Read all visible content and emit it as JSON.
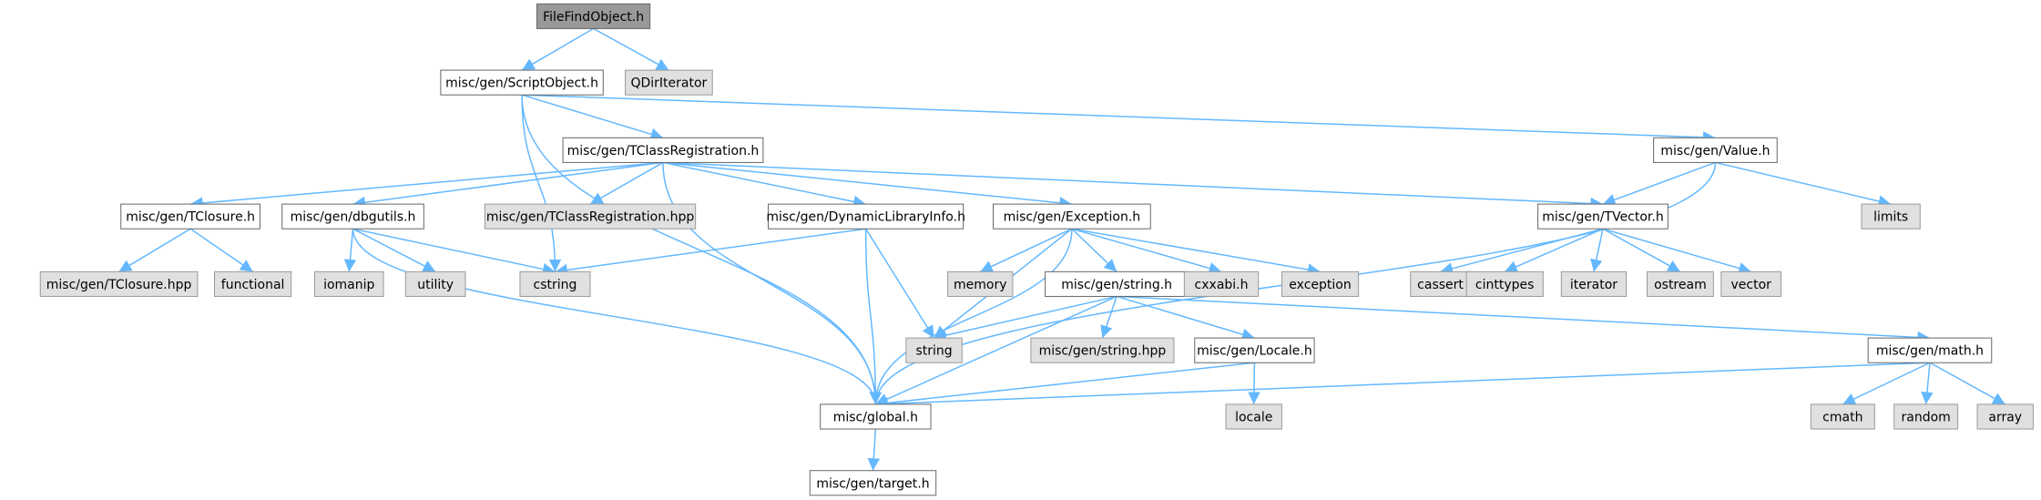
{
  "nodes": [
    {
      "id": "root",
      "label": "FileFindObject.h",
      "kind": "root"
    },
    {
      "id": "scriptobject",
      "label": "misc/gen/ScriptObject.h",
      "kind": "internal"
    },
    {
      "id": "qdiriterator",
      "label": "QDirIterator",
      "kind": "external"
    },
    {
      "id": "tclassreg",
      "label": "misc/gen/TClassRegistration.h",
      "kind": "internal"
    },
    {
      "id": "value",
      "label": "misc/gen/Value.h",
      "kind": "internal"
    },
    {
      "id": "tclosure",
      "label": "misc/gen/TClosure.h",
      "kind": "internal"
    },
    {
      "id": "dbgutils",
      "label": "misc/gen/dbgutils.h",
      "kind": "internal"
    },
    {
      "id": "tclassreghpp",
      "label": "misc/gen/TClassRegistration.hpp",
      "kind": "external"
    },
    {
      "id": "dyninfo",
      "label": "misc/gen/DynamicLibraryInfo.h",
      "kind": "internal"
    },
    {
      "id": "exception_h",
      "label": "misc/gen/Exception.h",
      "kind": "internal"
    },
    {
      "id": "tvector",
      "label": "misc/gen/TVector.h",
      "kind": "internal"
    },
    {
      "id": "limits",
      "label": "limits",
      "kind": "external"
    },
    {
      "id": "tclosurehpp",
      "label": "misc/gen/TClosure.hpp",
      "kind": "external"
    },
    {
      "id": "functional",
      "label": "functional",
      "kind": "external"
    },
    {
      "id": "iomanip",
      "label": "iomanip",
      "kind": "external"
    },
    {
      "id": "utility",
      "label": "utility",
      "kind": "external"
    },
    {
      "id": "cstring",
      "label": "cstring",
      "kind": "external"
    },
    {
      "id": "memory",
      "label": "memory",
      "kind": "external"
    },
    {
      "id": "string_h",
      "label": "misc/gen/string.h",
      "kind": "internal"
    },
    {
      "id": "cxxabi",
      "label": "cxxabi.h",
      "kind": "external"
    },
    {
      "id": "exception",
      "label": "exception",
      "kind": "external"
    },
    {
      "id": "cassert",
      "label": "cassert",
      "kind": "external"
    },
    {
      "id": "cinttypes",
      "label": "cinttypes",
      "kind": "external"
    },
    {
      "id": "iterator",
      "label": "iterator",
      "kind": "external"
    },
    {
      "id": "ostream",
      "label": "ostream",
      "kind": "external"
    },
    {
      "id": "vector",
      "label": "vector",
      "kind": "external"
    },
    {
      "id": "string",
      "label": "string",
      "kind": "external"
    },
    {
      "id": "stringhpp",
      "label": "misc/gen/string.hpp",
      "kind": "external"
    },
    {
      "id": "locale_h",
      "label": "misc/gen/Locale.h",
      "kind": "internal"
    },
    {
      "id": "math_h",
      "label": "misc/gen/math.h",
      "kind": "internal"
    },
    {
      "id": "global",
      "label": "misc/global.h",
      "kind": "internal"
    },
    {
      "id": "locale",
      "label": "locale",
      "kind": "external"
    },
    {
      "id": "cmath",
      "label": "cmath",
      "kind": "external"
    },
    {
      "id": "random",
      "label": "random",
      "kind": "external"
    },
    {
      "id": "array",
      "label": "array",
      "kind": "external"
    },
    {
      "id": "target",
      "label": "misc/gen/target.h",
      "kind": "internal"
    }
  ],
  "edges": [
    [
      "root",
      "scriptobject"
    ],
    [
      "root",
      "qdiriterator"
    ],
    [
      "scriptobject",
      "tclassreg"
    ],
    [
      "scriptobject",
      "value"
    ],
    [
      "scriptobject",
      "cstring"
    ],
    [
      "scriptobject",
      "global"
    ],
    [
      "tclassreg",
      "tclosure"
    ],
    [
      "tclassreg",
      "dbgutils"
    ],
    [
      "tclassreg",
      "tclassreghpp"
    ],
    [
      "tclassreg",
      "dyninfo"
    ],
    [
      "tclassreg",
      "exception_h"
    ],
    [
      "tclassreg",
      "tvector"
    ],
    [
      "tclassreg",
      "global"
    ],
    [
      "value",
      "tvector"
    ],
    [
      "value",
      "limits"
    ],
    [
      "value",
      "global"
    ],
    [
      "tclosure",
      "tclosurehpp"
    ],
    [
      "tclosure",
      "functional"
    ],
    [
      "dbgutils",
      "iomanip"
    ],
    [
      "dbgutils",
      "utility"
    ],
    [
      "dbgutils",
      "cstring"
    ],
    [
      "dbgutils",
      "global"
    ],
    [
      "dyninfo",
      "cstring"
    ],
    [
      "dyninfo",
      "string"
    ],
    [
      "dyninfo",
      "global"
    ],
    [
      "exception_h",
      "memory"
    ],
    [
      "exception_h",
      "string_h"
    ],
    [
      "exception_h",
      "cxxabi"
    ],
    [
      "exception_h",
      "exception"
    ],
    [
      "exception_h",
      "string"
    ],
    [
      "exception_h",
      "global"
    ],
    [
      "tvector",
      "cassert"
    ],
    [
      "tvector",
      "cinttypes"
    ],
    [
      "tvector",
      "iterator"
    ],
    [
      "tvector",
      "ostream"
    ],
    [
      "tvector",
      "vector"
    ],
    [
      "string_h",
      "string"
    ],
    [
      "string_h",
      "stringhpp"
    ],
    [
      "string_h",
      "locale_h"
    ],
    [
      "string_h",
      "math_h"
    ],
    [
      "string_h",
      "global"
    ],
    [
      "locale_h",
      "locale"
    ],
    [
      "locale_h",
      "global"
    ],
    [
      "math_h",
      "cmath"
    ],
    [
      "math_h",
      "random"
    ],
    [
      "math_h",
      "array"
    ],
    [
      "math_h",
      "global"
    ],
    [
      "global",
      "target"
    ]
  ],
  "colors": {
    "edge": "#63b8ff",
    "internal_fill": "#ffffff",
    "external_fill": "#e0e0e0",
    "root_fill": "#999999",
    "internal_border": "#666666",
    "external_border": "#999999",
    "root_border": "#666666"
  }
}
